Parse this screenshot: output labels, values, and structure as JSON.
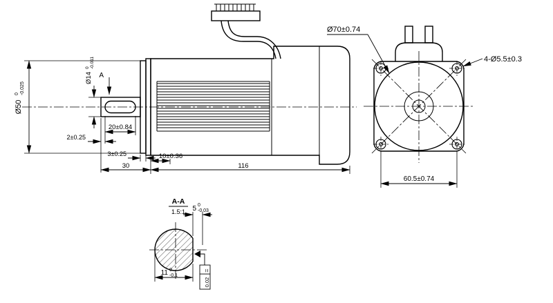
{
  "drawing": {
    "side_view": {
      "section_label": "A",
      "dia50_main": "Ø50",
      "dia50_upper": "0",
      "dia50_lower": "-0.025",
      "dia14_main": "Ø14",
      "dia14_upper": "0",
      "dia14_lower": "-0.011",
      "dim_key_length": "20±0.84",
      "dim_key_offset": "2±0.25",
      "dim_spigot": "3±0.25",
      "dim_shaft_ext": "30",
      "dim_step": "10±0.36",
      "dim_body_length": "116"
    },
    "front_view": {
      "dia_pilot": "Ø70±0.74",
      "holes_note": "4-Ø5.5±0.3",
      "hole_spacing": "60.5±0.74"
    },
    "section_view": {
      "title": "A-A",
      "scale": "1.5:1",
      "dim5_main": "5",
      "dim5_upper": "0",
      "dim5_lower": "-0.03",
      "dim11_main": "11",
      "dim11_upper": "0",
      "dim11_lower": "-0.1",
      "fcf_symbol": "=",
      "fcf_value": "0.02"
    }
  }
}
